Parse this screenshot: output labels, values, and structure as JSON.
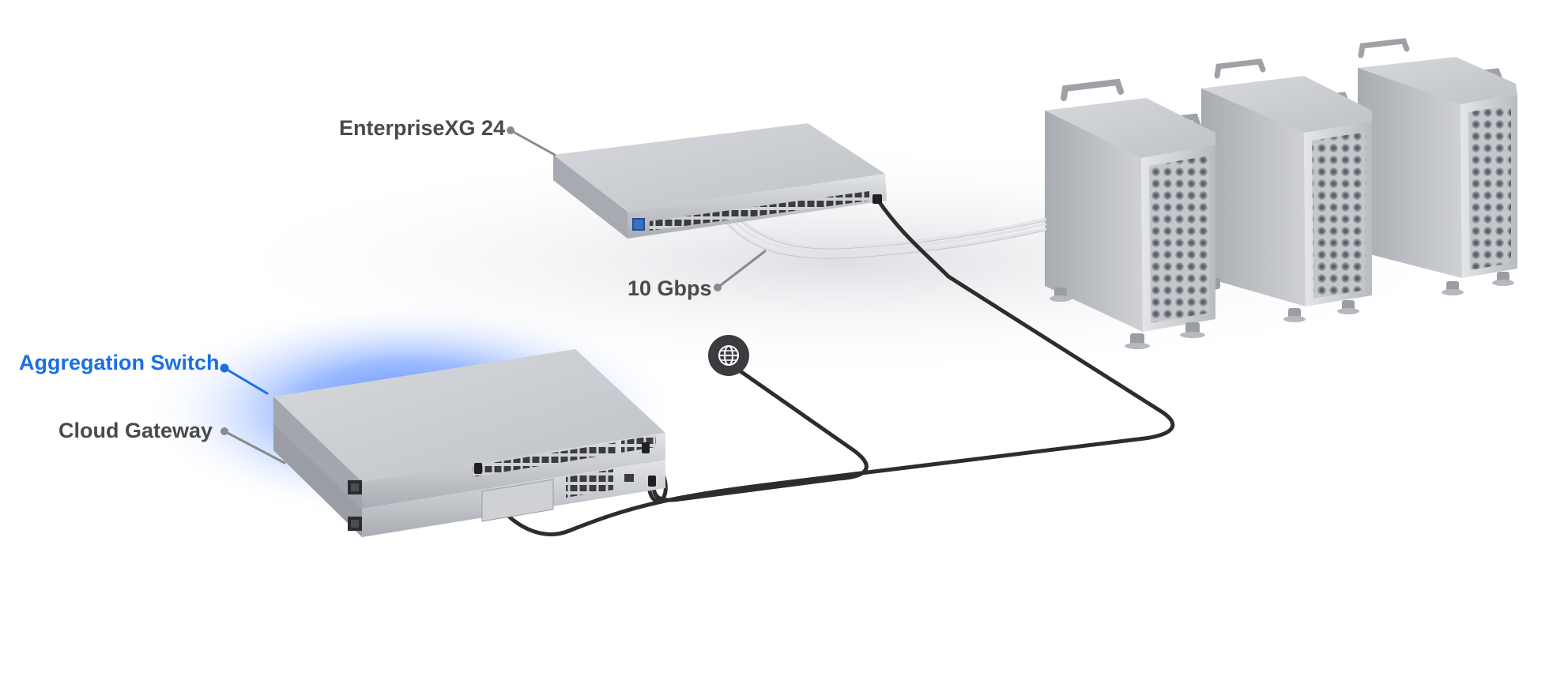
{
  "colors": {
    "accent": "#1a6ee6",
    "label_text": "#4a4a4a",
    "cable_dark": "#2d2d2d",
    "cable_light": "#e2e4e8",
    "device_silver": "#c9ccd1",
    "glow": "#2f6bff"
  },
  "labels": {
    "enterprise_switch": "EnterpriseXG 24",
    "link_speed": "10 Gbps",
    "aggregation_switch": "Aggregation Switch",
    "cloud_gateway": "Cloud Gateway"
  },
  "icons": {
    "internet": "globe-icon"
  },
  "devices": {
    "server_count": 3
  }
}
